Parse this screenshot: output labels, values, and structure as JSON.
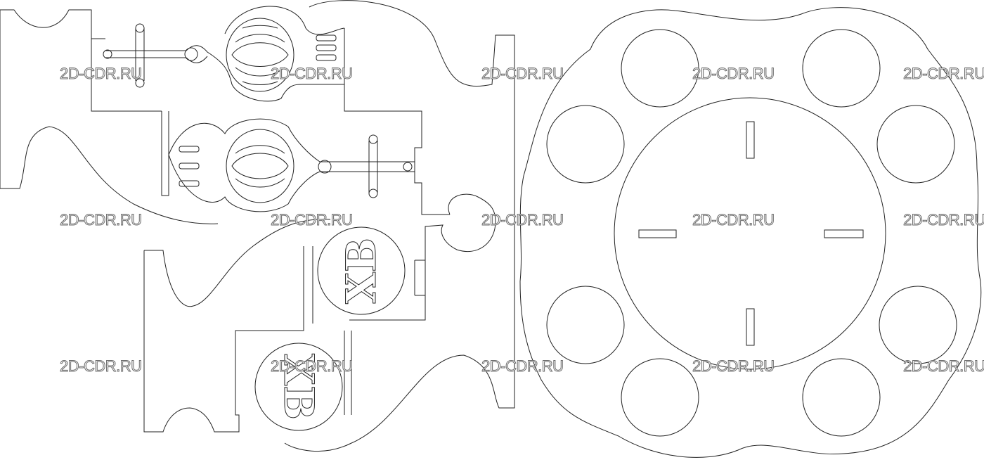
{
  "watermark": {
    "text": "2D-CDR.RU"
  },
  "monograms": {
    "upper": "XB",
    "lower": "XB"
  },
  "colors": {
    "background": "#ffffff",
    "line": "#222222",
    "watermark_outline": "#6b6b6b"
  }
}
